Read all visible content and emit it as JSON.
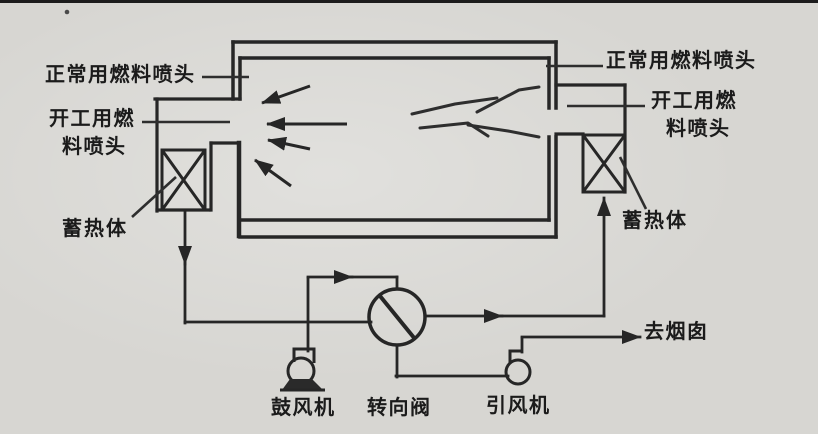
{
  "diagram": {
    "kind": "regenerative-furnace-schematic",
    "colors": {
      "paper": "#d7d6d2",
      "ink": "#262626",
      "text": "#1b1b1b"
    },
    "labels": {
      "left_normal_nozzle": "正常用燃料喷头",
      "left_startup_nozzle_line1": "开工用燃",
      "left_startup_nozzle_line2": "料喷头",
      "right_normal_nozzle": "正常用燃料喷头",
      "right_startup_nozzle_line1": "开工用燃",
      "right_startup_nozzle_line2": "料喷头",
      "left_regenerator": "蓄热体",
      "right_regenerator": "蓄热体",
      "blower": "鼓风机",
      "reversing_valve": "转向阀",
      "induced_draft_fan": "引风机",
      "to_chimney": "去烟囱"
    }
  }
}
